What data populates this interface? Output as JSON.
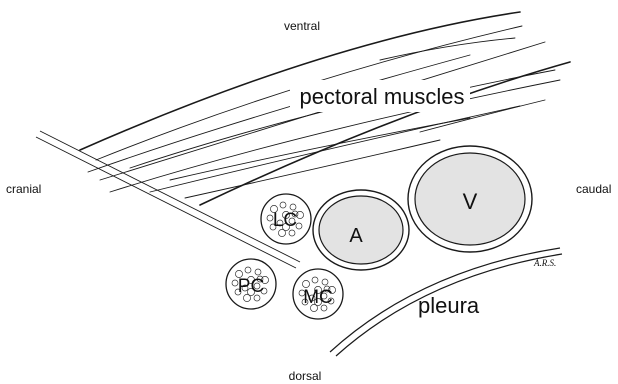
{
  "orientation": {
    "ventral": "ventral",
    "dorsal": "dorsal",
    "cranial": "cranial",
    "caudal": "caudal"
  },
  "structures": {
    "muscles": "pectoral muscles",
    "pleura": "pleura",
    "vein": "V",
    "artery": "A",
    "lateral_cord": "LC",
    "posterior_cord": "PC",
    "medial_cord": "MC"
  },
  "signature": "A.R.S.",
  "colors": {
    "stroke": "#1a1a1a",
    "vessel_fill": "#e3e3e3",
    "background": "#ffffff"
  }
}
